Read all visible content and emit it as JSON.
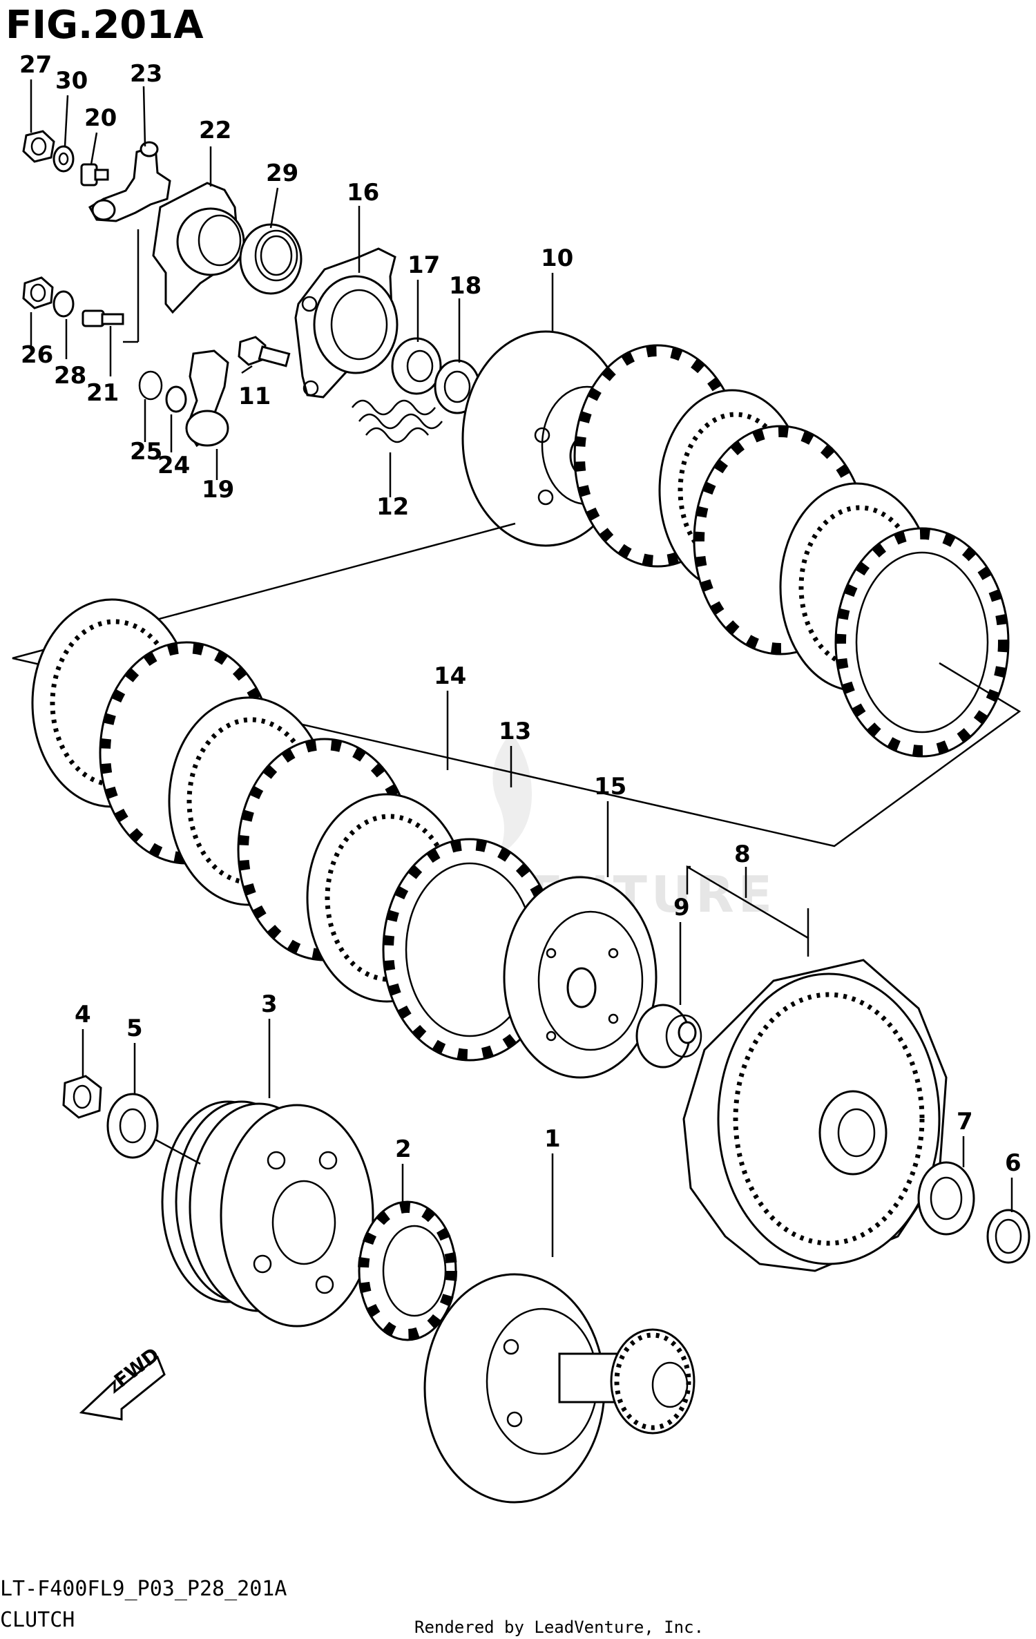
{
  "figure": {
    "title": "FIG.201A",
    "code": "LT-F400FL9_P03_P28_201A",
    "caption": "CLUTCH",
    "credit": "Rendered by LeadVenture, Inc.",
    "watermark": "LEADVENTURE",
    "fwd_label": "FWD"
  },
  "callouts": {
    "c1": "1",
    "c2": "2",
    "c3": "3",
    "c4": "4",
    "c5": "5",
    "c6": "6",
    "c7": "7",
    "c8": "8",
    "c9": "9",
    "c10": "10",
    "c11": "11",
    "c12": "12",
    "c13": "13",
    "c14": "14",
    "c15": "15",
    "c16": "16",
    "c17": "17",
    "c18": "18",
    "c19": "19",
    "c20": "20",
    "c21": "21",
    "c22": "22",
    "c23": "23",
    "c24": "24",
    "c25": "25",
    "c26": "26",
    "c27": "27",
    "c28": "28",
    "c29": "29",
    "c30": "30"
  }
}
